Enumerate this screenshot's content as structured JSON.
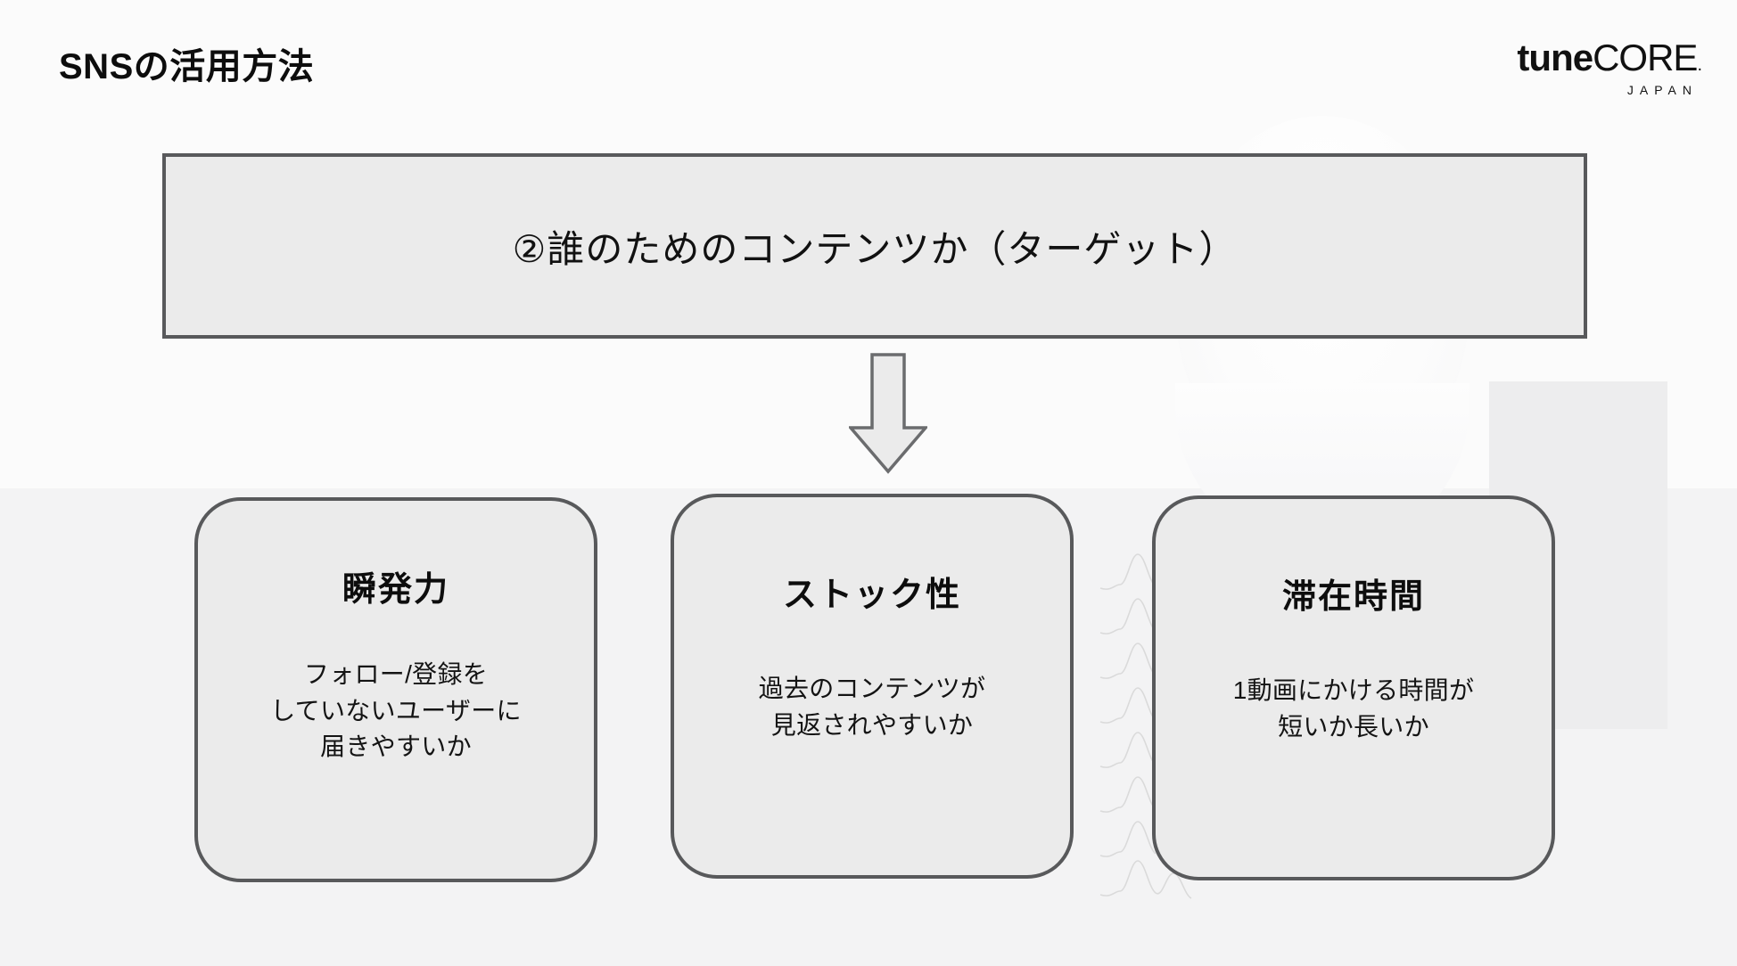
{
  "slide": {
    "title": "SNSの活用方法",
    "logo": {
      "part1": "tune",
      "part2": "CORE",
      "dot": ".",
      "sub": "JAPAN"
    },
    "banner": {
      "text": "②誰のためのコンテンツか（ターゲット）"
    },
    "arrow": {
      "name": "down-arrow",
      "direction": "down"
    },
    "cards": [
      {
        "title": "瞬発力",
        "body": "フォロー/登録を\nしていないユーザーに\n届きやすいか"
      },
      {
        "title": "ストック性",
        "body": "過去のコンテンツが\n見返されやすいか"
      },
      {
        "title": "滞在時間",
        "body": "1動画にかける時間が\n短いか長いか"
      }
    ]
  },
  "colors": {
    "background_top": "#fbfbfb",
    "background_bottom": "#f3f3f4",
    "shape_fill": "#ebebeb",
    "shape_border": "#58595b",
    "text": "#111111",
    "decor_rect": "#ededee",
    "decor_wave": "#d6d6d6"
  }
}
